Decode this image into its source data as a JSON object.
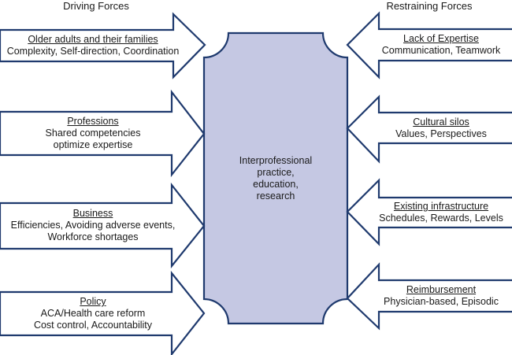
{
  "headings": {
    "driving": "Driving Forces",
    "restraining": "Restraining Forces"
  },
  "colors": {
    "stroke": "#1f3a6e",
    "center_fill": "#c5c8e3",
    "arrow_fill": "#ffffff"
  },
  "center": {
    "lines": [
      "Interprofessional",
      "practice,",
      "education,",
      "research"
    ]
  },
  "driving_forces": [
    {
      "title": "Older adults and their families",
      "lines": [
        "Complexity, Self-direction, Coordination"
      ]
    },
    {
      "title": "Professions",
      "lines": [
        "Shared competencies",
        "optimize expertise"
      ]
    },
    {
      "title": "Business",
      "lines": [
        "Efficiencies, Avoiding adverse events,",
        "Workforce shortages"
      ]
    },
    {
      "title": "Policy",
      "lines": [
        "ACA/Health care reform",
        "Cost control, Accountability"
      ]
    }
  ],
  "restraining_forces": [
    {
      "title": "Lack of Expertise",
      "lines": [
        "Communication, Teamwork"
      ]
    },
    {
      "title": "Cultural silos",
      "lines": [
        "Values, Perspectives"
      ]
    },
    {
      "title": "Existing infrastructure",
      "lines": [
        "Schedules, Rewards, Levels"
      ]
    },
    {
      "title": "Reimbursement",
      "lines": [
        "Physician-based, Episodic"
      ]
    }
  ]
}
